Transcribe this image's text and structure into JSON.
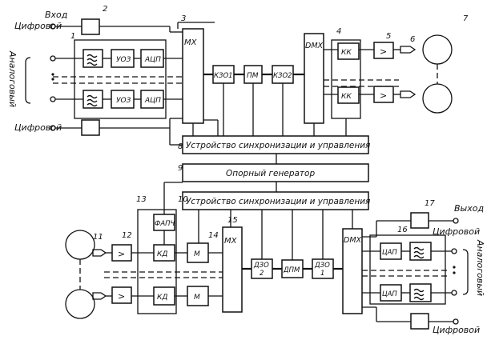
{
  "io_labels": {
    "vhod": "Вход",
    "vyhod": "Выход",
    "digital_in_top": "Цифровой",
    "digital_in_bottom": "Цифровой",
    "digital_out_top": "Цифровой",
    "digital_out_bottom": "Цифровой",
    "analog_in": "Аналоговый",
    "analog_out": "Аналоговый"
  },
  "blocks": {
    "uoz": "УОЗ",
    "acp": "АЦП",
    "mx": "MX",
    "kzo1": "КЗО1",
    "pm": "ПМ",
    "kzo2": "КЗО2",
    "dmx": "DMX",
    "kk": "КК",
    "amp": ">",
    "sync_top": "Устройство синхронизации и управления",
    "ref_gen": "Опорный генератор",
    "sync_bottom": "Устройство синхронизации и управления",
    "fapch": "ФАПЧ",
    "kd": "КД",
    "m": "М",
    "dzo2_a": "ДЗО",
    "dzo2_b": "2",
    "dpm": "ДПМ",
    "dzo1_a": "ДЗО",
    "dzo1_b": "1",
    "cap": "ЦАП"
  },
  "numbers": [
    "1",
    "2",
    "3",
    "4",
    "5",
    "6",
    "7",
    "8",
    "9",
    "10",
    "11",
    "12",
    "13",
    "14",
    "15",
    "16",
    "17"
  ]
}
